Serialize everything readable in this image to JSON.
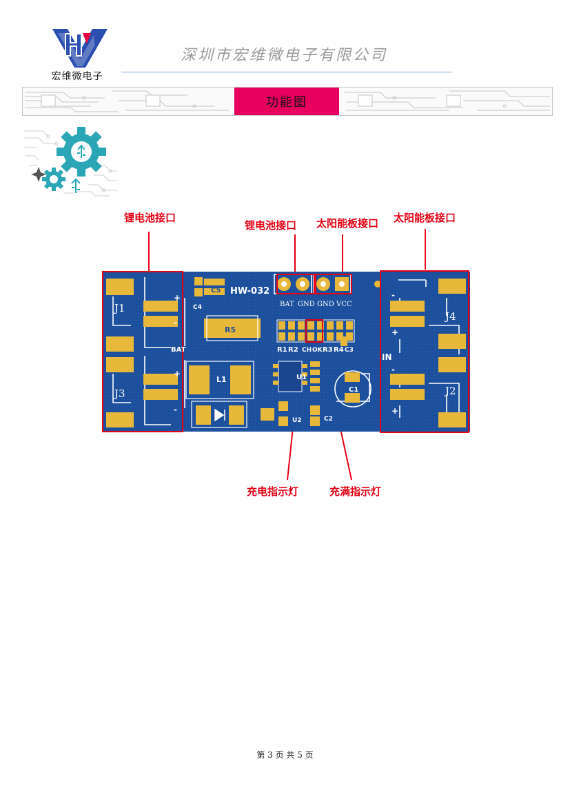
{
  "header": {
    "logo_text": "宏维微电子",
    "company_name": "深圳市宏维微电子有限公司"
  },
  "section": {
    "title": "功能图"
  },
  "callouts": {
    "battery_left": "锂电池接口",
    "battery_top": "锂电池接口",
    "solar_top": "太阳能板接口",
    "solar_right": "太阳能板接口",
    "charge_led": "充电指示灯",
    "full_led": "充满指示灯"
  },
  "board": {
    "model": "HW-032",
    "labels": {
      "j1": "J1",
      "j3": "J3",
      "j4": "J4",
      "j2": "J2",
      "c4": "C4",
      "c5": "C5",
      "r5": "R5",
      "l1": "L1",
      "u1": "U1",
      "u2": "U2",
      "c1": "C1",
      "c2": "C2",
      "c3": "C3",
      "r1": "R1",
      "r2": "R2",
      "r3": "R3",
      "r4": "R4",
      "ch": "CH",
      "ok": "OK",
      "bat": "BAT",
      "gnd1": "GND",
      "gnd2": "GND",
      "vcc": "VCC",
      "bat_side": "BAT",
      "in_side": "IN",
      "plus": "+",
      "minus": "-"
    }
  },
  "colors": {
    "pcb_blue": "#1c4f9c",
    "pad_gold": "#e8b83a",
    "callout_red": "#e50012",
    "accent_pink": "#e8005f",
    "gear_teal": "#2aa6b6"
  },
  "footer": {
    "page_text": "第 3 页 共 5 页"
  }
}
